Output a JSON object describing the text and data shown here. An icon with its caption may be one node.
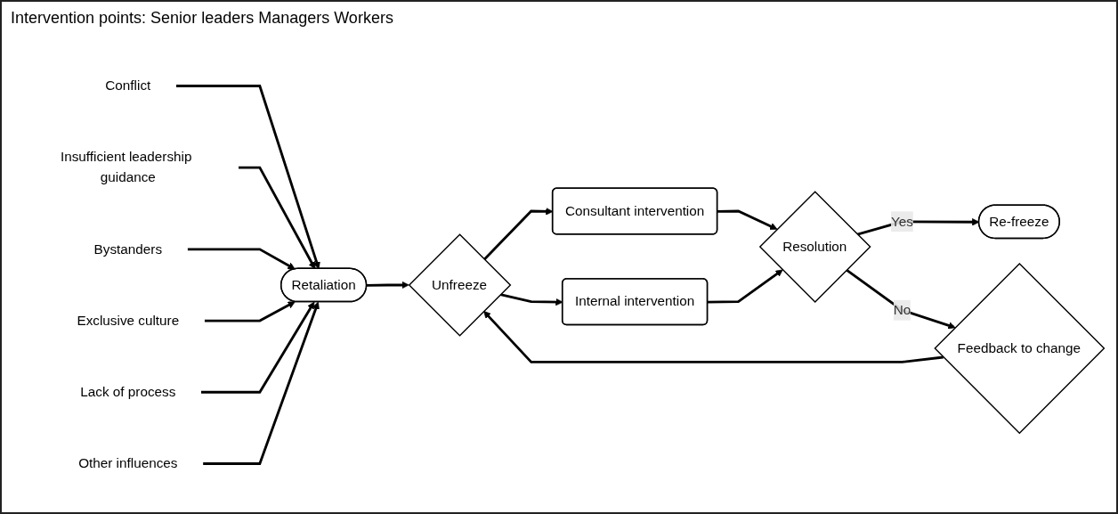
{
  "diagram": {
    "nodes": [
      {
        "text": [
          "Insufficient leadership guidance"
        ]
      },
      {
        "text": [
          "Bystanders"
        ]
      },
      {
        "text": [
          "Conflict"
        ]
      },
      {
        "text": [
          "Retaliation"
        ]
      },
      {
        "text": [
          "Exclusive culture"
        ]
      },
      {
        "text": [
          "Lack of process"
        ]
      },
      {
        "text": [
          "Other influences"
        ]
      },
      {
        "text": [
          "Unfreeze"
        ]
      },
      {
        "text": [
          "Consultant intervention"
        ]
      },
      {
        "text": [
          "Internal intervention"
        ]
      },
      {
        "text": [
          "Resolution"
        ]
      },
      {
        "text": [
          "Re-freeze"
        ]
      },
      {
        "text": [
          "Feedback to change"
        ]
      }
    ],
    "edges": [
      {
        "from": 2,
        "to": 3,
        "arrow": "to"
      },
      {
        "from": 0,
        "to": 3,
        "arrow": "to"
      },
      {
        "from": 1,
        "to": 3,
        "arrow": "to"
      },
      {
        "from": 4,
        "to": 3,
        "arrow": "to"
      },
      {
        "from": 5,
        "to": 3,
        "arrow": "to"
      },
      {
        "from": 6,
        "to": 3,
        "arrow": "to"
      },
      {
        "from": 3,
        "to": 7,
        "arrow": "to"
      },
      {
        "from": 7,
        "to": 8,
        "arrow": "to"
      },
      {
        "from": 7,
        "to": 9,
        "arrow": "to"
      },
      {
        "from": 8,
        "to": 10,
        "arrow": "to"
      },
      {
        "from": 9,
        "to": 10,
        "arrow": "to"
      },
      {
        "from": 10,
        "to": 11,
        "label": "Yes",
        "arrow": "to"
      },
      {
        "from": 10,
        "to": 12,
        "label": "No",
        "arrow": "to"
      },
      {
        "from": 12,
        "to": 7,
        "arrow": "to"
      }
    ],
    "labels": [
      "Intervention points: Senior leaders Managers Workers"
    ]
  }
}
